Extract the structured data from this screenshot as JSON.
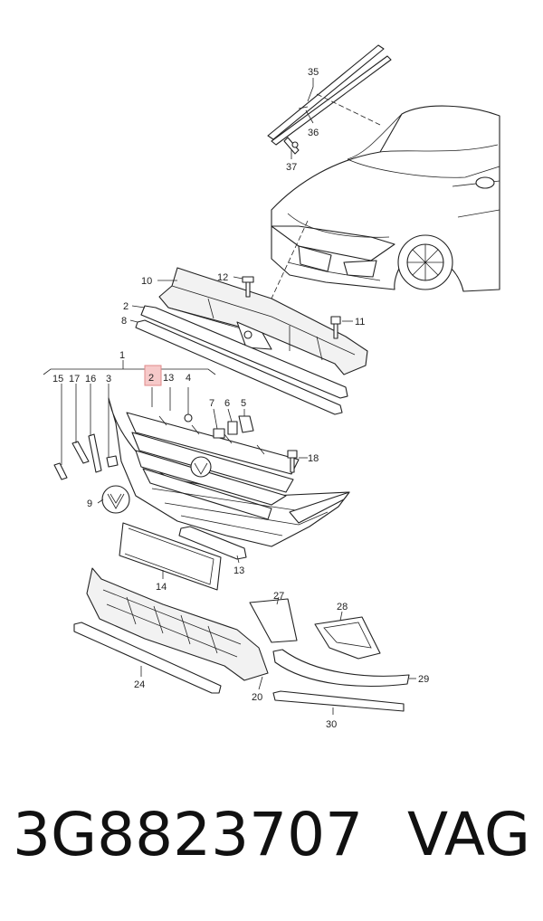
{
  "diagram": {
    "callouts": {
      "c1": "1",
      "c2": "2",
      "c3": "3",
      "c4": "4",
      "c5": "5",
      "c6": "6",
      "c7": "7",
      "c8": "8",
      "c9": "9",
      "c10": "10",
      "c11": "11",
      "c12": "12",
      "c13a": "13",
      "c13b": "13",
      "c14": "14",
      "c15": "15",
      "c16": "16",
      "c17": "17",
      "c18": "18",
      "c20": "20",
      "c24": "24",
      "c27": "27",
      "c28": "28",
      "c29": "29",
      "c30": "30",
      "c35": "35",
      "c36": "36",
      "c37": "37"
    },
    "highlighted_callout": "2",
    "highlight_color": "#f6c9c9"
  },
  "footer": {
    "part_number": "3G8823707",
    "brand": "VAG"
  }
}
